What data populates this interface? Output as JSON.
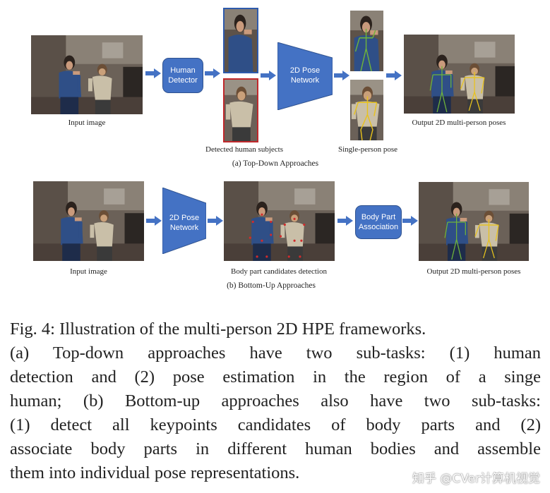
{
  "top_down": {
    "input_caption": "Input image",
    "detector_label_1": "Human",
    "detector_label_2": "Detector",
    "network_label_1": "2D Pose",
    "network_label_2": "Network",
    "detected_caption": "Detected human subjects",
    "single_caption": "Single-person pose",
    "output_caption": "Output 2D multi-person poses",
    "subtitle": "(a) Top-Down Approaches"
  },
  "bottom_up": {
    "input_caption": "Input image",
    "network_label_1": "2D Pose",
    "network_label_2": "Network",
    "candidates_caption": "Body part candidates detection",
    "assoc_label_1": "Body Part",
    "assoc_label_2": "Association",
    "output_caption": "Output 2D multi-person poses",
    "subtitle": "(b) Bottom-Up Approaches"
  },
  "figure_caption": {
    "lines": [
      "Fig. 4: Illustration of the multi-person 2D HPE frameworks.",
      "(a) Top-down approaches have two sub-tasks: (1) human",
      "detection and (2) pose estimation in the region of a singe",
      "human; (b) Bottom-up approaches also have two sub-tasks:",
      "(1) detect all keypoints candidates of body parts and (2)",
      "associate body parts in different human bodies and assemble",
      "them into individual pose representations."
    ]
  },
  "watermark": "知乎 @CVer计算机视觉",
  "colors": {
    "block_blue": "#4472C4",
    "arrow_blue": "#4472C4",
    "detect_box_blue": "#2E5AAC",
    "detect_box_red": "#C0282B",
    "skeleton_green": "#6FB33A",
    "skeleton_yellow": "#E8C21C",
    "keypoint_red": "#D22B2B"
  }
}
